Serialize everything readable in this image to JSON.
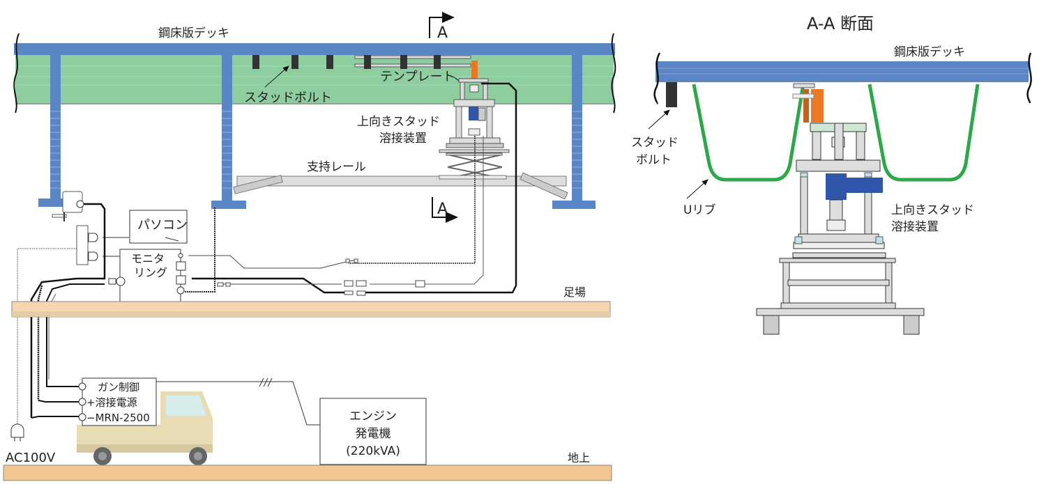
{
  "left_view": {
    "deck_label": "鋼床版デッキ",
    "stud_bolt_label": "スタッドボルト",
    "template_label": "テンプレート",
    "device_label_line1": "上向きスタッド",
    "device_label_line2": "溶接装置",
    "support_rail_label": "支持レール",
    "section_marker_top": "A",
    "section_marker_bottom": "A",
    "pc_label": "パソコン",
    "monitoring_line1": "モニタ",
    "monitoring_line2": "リング",
    "scaffold_label": "足場",
    "ground_label": "地上",
    "power_line1": "ガン制御",
    "power_line2": "+溶接電源",
    "power_line3": "−MRN-2500",
    "generator_line1": "エンジン",
    "generator_line2": "発電機",
    "generator_line3": "(220kVA)",
    "ac_label": "AC100V"
  },
  "right_view": {
    "title": "A-A 断面",
    "deck_label": "鋼床版デッキ",
    "stud_bolt_line1": "スタッド",
    "stud_bolt_line2": "ボルト",
    "u_rib_label": "Uリブ",
    "device_label_line1": "上向きスタッド",
    "device_label_line2": "溶接装置"
  },
  "colors": {
    "deck_blue": "#5b86c5",
    "girder_green": "#8ecda0",
    "u_rib_green": "#2aa84a",
    "scaffold": "#f5d6b0",
    "ground": "#f0c890",
    "gun_orange": "#e87a25",
    "device_blue": "#2f56a8",
    "truck": "#e8dcb5"
  }
}
